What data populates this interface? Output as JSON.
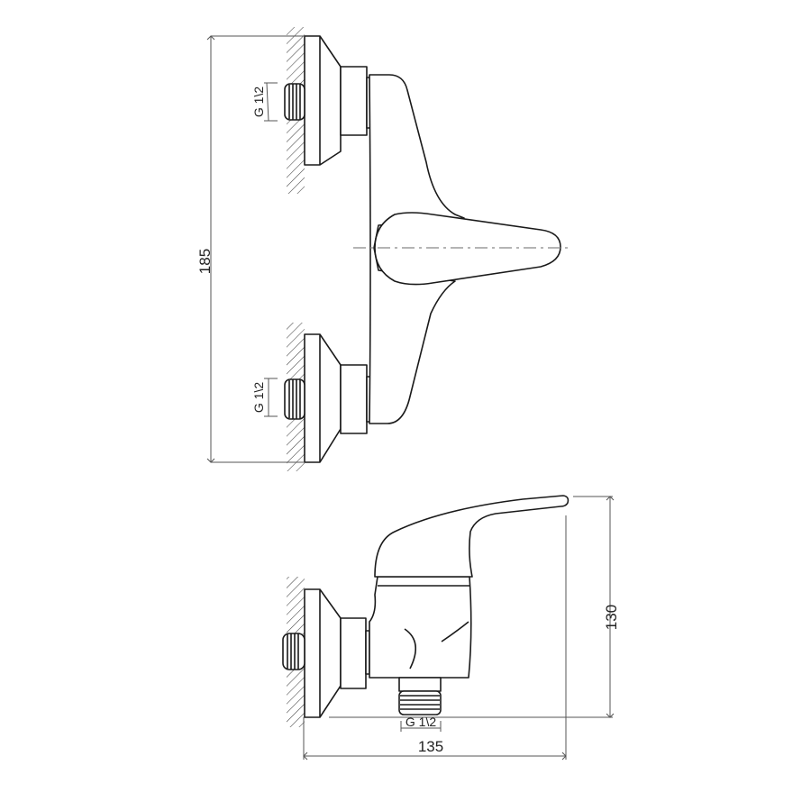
{
  "drawing": {
    "title": "Wall-mounted single-lever shower mixer — technical drawing",
    "views": [
      "front view",
      "side view"
    ],
    "colors": {
      "line": "#1a1a1a",
      "dimension": "#555555",
      "centerline": "#888888",
      "background": "#ffffff"
    }
  },
  "dimensions": {
    "front_height": "185",
    "side_height": "130",
    "side_depth": "135"
  },
  "threads": {
    "top_inlet": "G 1\\2",
    "bottom_inlet": "G 1\\2",
    "outlet": "G 1\\2"
  }
}
